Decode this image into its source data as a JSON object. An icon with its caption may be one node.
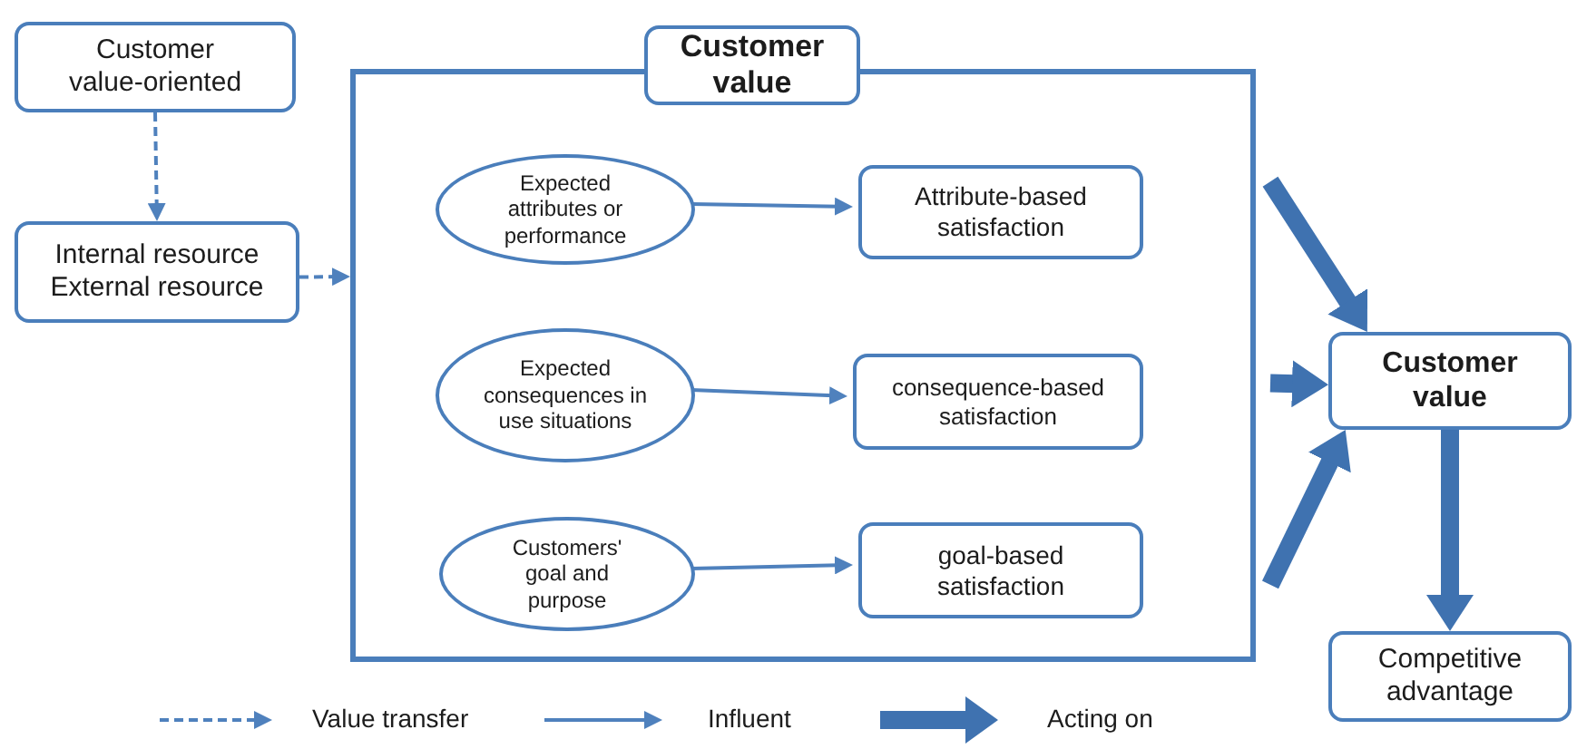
{
  "diagram": {
    "nodes": [
      {
        "text": [
          "Customer value-oriented"
        ]
      },
      {
        "text": [
          "Internal resource External resource"
        ]
      },
      {
        "text": [
          "Customer value"
        ]
      },
      {
        "text": [
          "Expected attributes or performance"
        ],
        "in": 2
      },
      {
        "text": [
          "Attribute-based satisfaction"
        ],
        "in": 2
      },
      {
        "text": [
          "Expected consequences in use situations"
        ],
        "in": 2
      },
      {
        "text": [
          "consequence-based satisfaction"
        ],
        "in": 2
      },
      {
        "text": [
          "Customers' goal and purpose"
        ],
        "in": 2
      },
      {
        "text": [
          "goal-based satisfaction"
        ],
        "in": 2
      },
      {
        "text": [
          "Customer value"
        ]
      },
      {
        "text": [
          "Competitive advantage"
        ]
      }
    ],
    "edges": [
      {
        "from": 0,
        "to": 1,
        "arrow": "to",
        "style": "dashed"
      },
      {
        "from": 1,
        "to": 2,
        "arrow": "to",
        "style": "dashed"
      },
      {
        "from": 3,
        "to": 4,
        "arrow": "to"
      },
      {
        "from": 5,
        "to": 6,
        "arrow": "to"
      },
      {
        "from": 7,
        "to": 8,
        "arrow": "to"
      },
      {
        "from": 2,
        "to": 9,
        "arrow": "to",
        "style": "thick"
      },
      {
        "from": 2,
        "to": 9,
        "arrow": "to",
        "style": "thick"
      },
      {
        "from": 2,
        "to": 9,
        "arrow": "to",
        "style": "thick"
      },
      {
        "from": 9,
        "to": 10,
        "arrow": "to",
        "style": "thick"
      }
    ],
    "legend": [
      {
        "text": "Value transfer"
      },
      {
        "text": "Influent"
      },
      {
        "text": "Acting on"
      }
    ]
  }
}
